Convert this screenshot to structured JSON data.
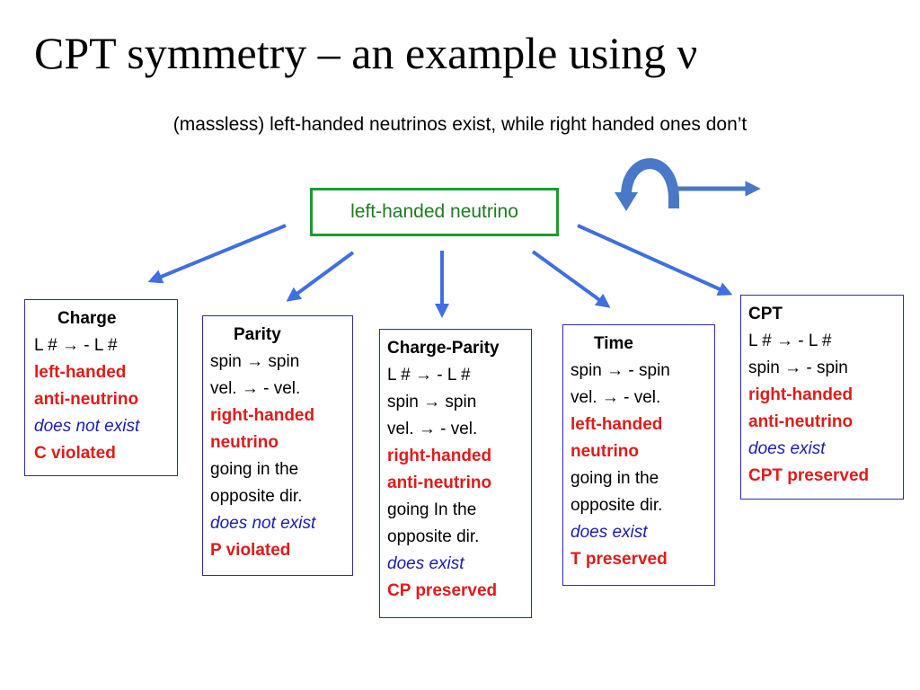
{
  "title": "CPT symmetry – an example using ν",
  "subtitle": "(massless) left-handed neutrinos exist, while right handed ones don’t",
  "center_label": "left-handed neutrino",
  "colors": {
    "arrow": "#3f6fe0",
    "center_border": "#1e9a2e",
    "center_text": "#1f7a22",
    "red": "#e01b1b",
    "blue": "#1a1ab8",
    "card_border": "#2b2bb3"
  },
  "cards": {
    "charge": {
      "header": "Charge",
      "lines": [
        "L # → - L #",
        "left-handed",
        "anti-neutrino",
        "does not exist",
        "C  violated"
      ]
    },
    "parity": {
      "header": "Parity",
      "lines": [
        "spin → spin",
        "vel. → - vel.",
        "right-handed",
        "neutrino",
        "going in the",
        "opposite dir.",
        "does not exist",
        "P violated"
      ]
    },
    "charge_parity": {
      "header": "Charge-Parity",
      "lines": [
        "L # → - L #",
        "spin → spin",
        "vel. → - vel.",
        "right-handed",
        "anti-neutrino",
        "going In the",
        "opposite dir.",
        "does exist",
        "CP preserved"
      ]
    },
    "time": {
      "header": "Time",
      "lines": [
        "spin → - spin",
        "vel. → - vel.",
        "left-handed",
        "neutrino",
        "going in the",
        "opposite dir.",
        "does  exist",
        "T preserved"
      ]
    },
    "cpt": {
      "header": "CPT",
      "lines": [
        "L # → - L #",
        "spin → - spin",
        "right-handed",
        "anti-neutrino",
        "does exist",
        "CPT preserved"
      ]
    }
  }
}
